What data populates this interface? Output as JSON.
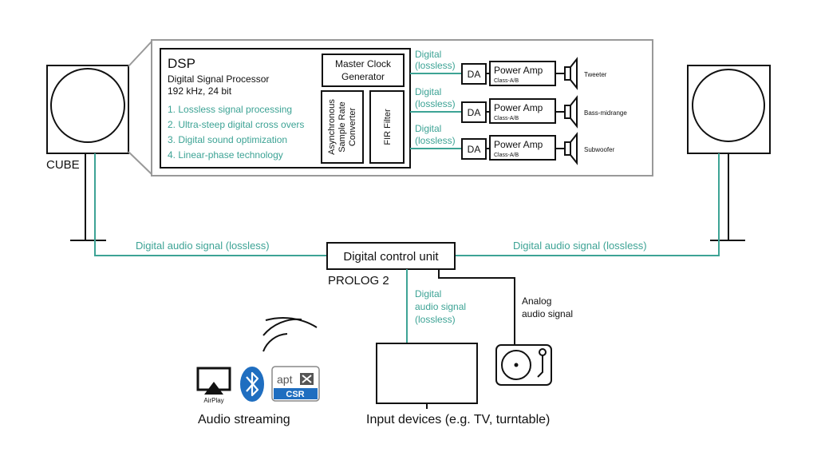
{
  "colors": {
    "accent": "#3da395",
    "line": "#111111",
    "panel_border": "#999999",
    "bluetooth": "#1f6ec0"
  },
  "dsp": {
    "title": "DSP",
    "subtitle_line1": "Digital Signal Processor",
    "subtitle_line2": "192 kHz, 24 bit",
    "features": [
      "1. Lossless signal processing",
      "2. Ultra-steep digital cross overs",
      "3. Digital sound optimization",
      "4. Linear-phase technology"
    ],
    "master_clock_line1": "Master Clock",
    "master_clock_line2": "Generator",
    "src_line1": "Asynchronous",
    "src_line2": "Sample Rate",
    "src_line3": "Converter",
    "fir": "FIR Filter"
  },
  "channels": [
    {
      "digital": "Digital",
      "lossless": "(lossless)",
      "da": "DA",
      "amp": "Power Amp",
      "amp_class": "Class-A/B",
      "driver": "Tweeter"
    },
    {
      "digital": "Digital",
      "lossless": "(lossless)",
      "da": "DA",
      "amp": "Power Amp",
      "amp_class": "Class-A/B",
      "driver": "Bass-midrange"
    },
    {
      "digital": "Digital",
      "lossless": "(lossless)",
      "da": "DA",
      "amp": "Power Amp",
      "amp_class": "Class-A/B",
      "driver": "Subwoofer"
    }
  ],
  "speaker_left_label": "CUBE",
  "signal_left": "Digital audio signal (lossless)",
  "signal_right": "Digital audio signal (lossless)",
  "control_unit": "Digital control unit",
  "prolog": "PROLOG 2",
  "digital_input": {
    "line1": "Digital",
    "line2": "audio signal",
    "line3": "(lossless)"
  },
  "analog_input": {
    "line1": "Analog",
    "line2": "audio signal"
  },
  "streaming": {
    "airplay": "AirPlay",
    "aptx": "apt",
    "csr": "CSR",
    "label": "Audio streaming"
  },
  "input_devices_label": "Input devices (e.g. TV, turntable)"
}
